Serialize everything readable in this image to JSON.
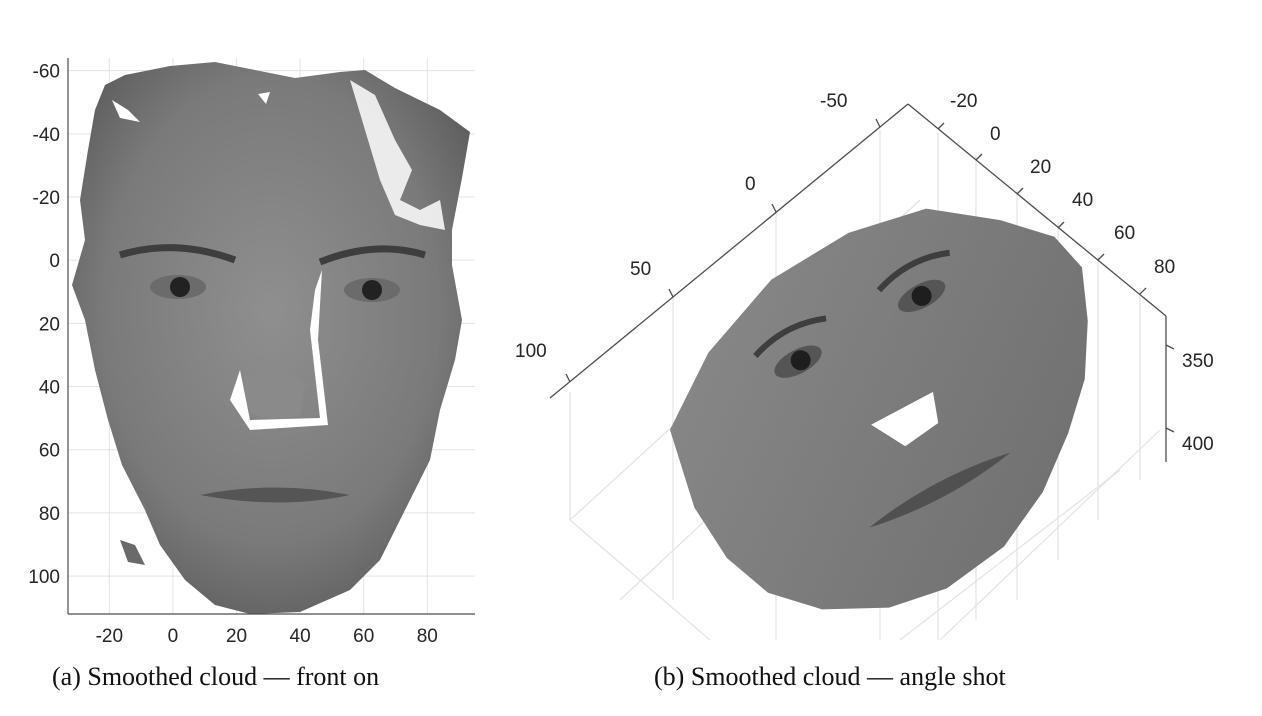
{
  "figure_a": {
    "caption": "(a) Smoothed cloud — front on",
    "x_ticks": [
      "-20",
      "0",
      "20",
      "40",
      "60",
      "80"
    ],
    "y_ticks": [
      "-60",
      "-40",
      "-20",
      "0",
      "20",
      "40",
      "60",
      "80",
      "100"
    ],
    "xlim": [
      -33,
      95
    ],
    "ylim": [
      -64,
      112
    ],
    "grid": true
  },
  "figure_b": {
    "caption": "(b) Smoothed cloud — angle shot",
    "axis_x_ticks": [
      "100",
      "50",
      "0",
      "-50"
    ],
    "axis_y_ticks": [
      "-20",
      "0",
      "20",
      "40",
      "60",
      "80"
    ],
    "axis_z_ticks": [
      "350",
      "400"
    ],
    "grid": true
  },
  "colors": {
    "axis": "#4d4d4d",
    "grid": "#e3e3e3",
    "skin_light": "#9a9a9a",
    "skin_dark": "#4a4a4a"
  }
}
